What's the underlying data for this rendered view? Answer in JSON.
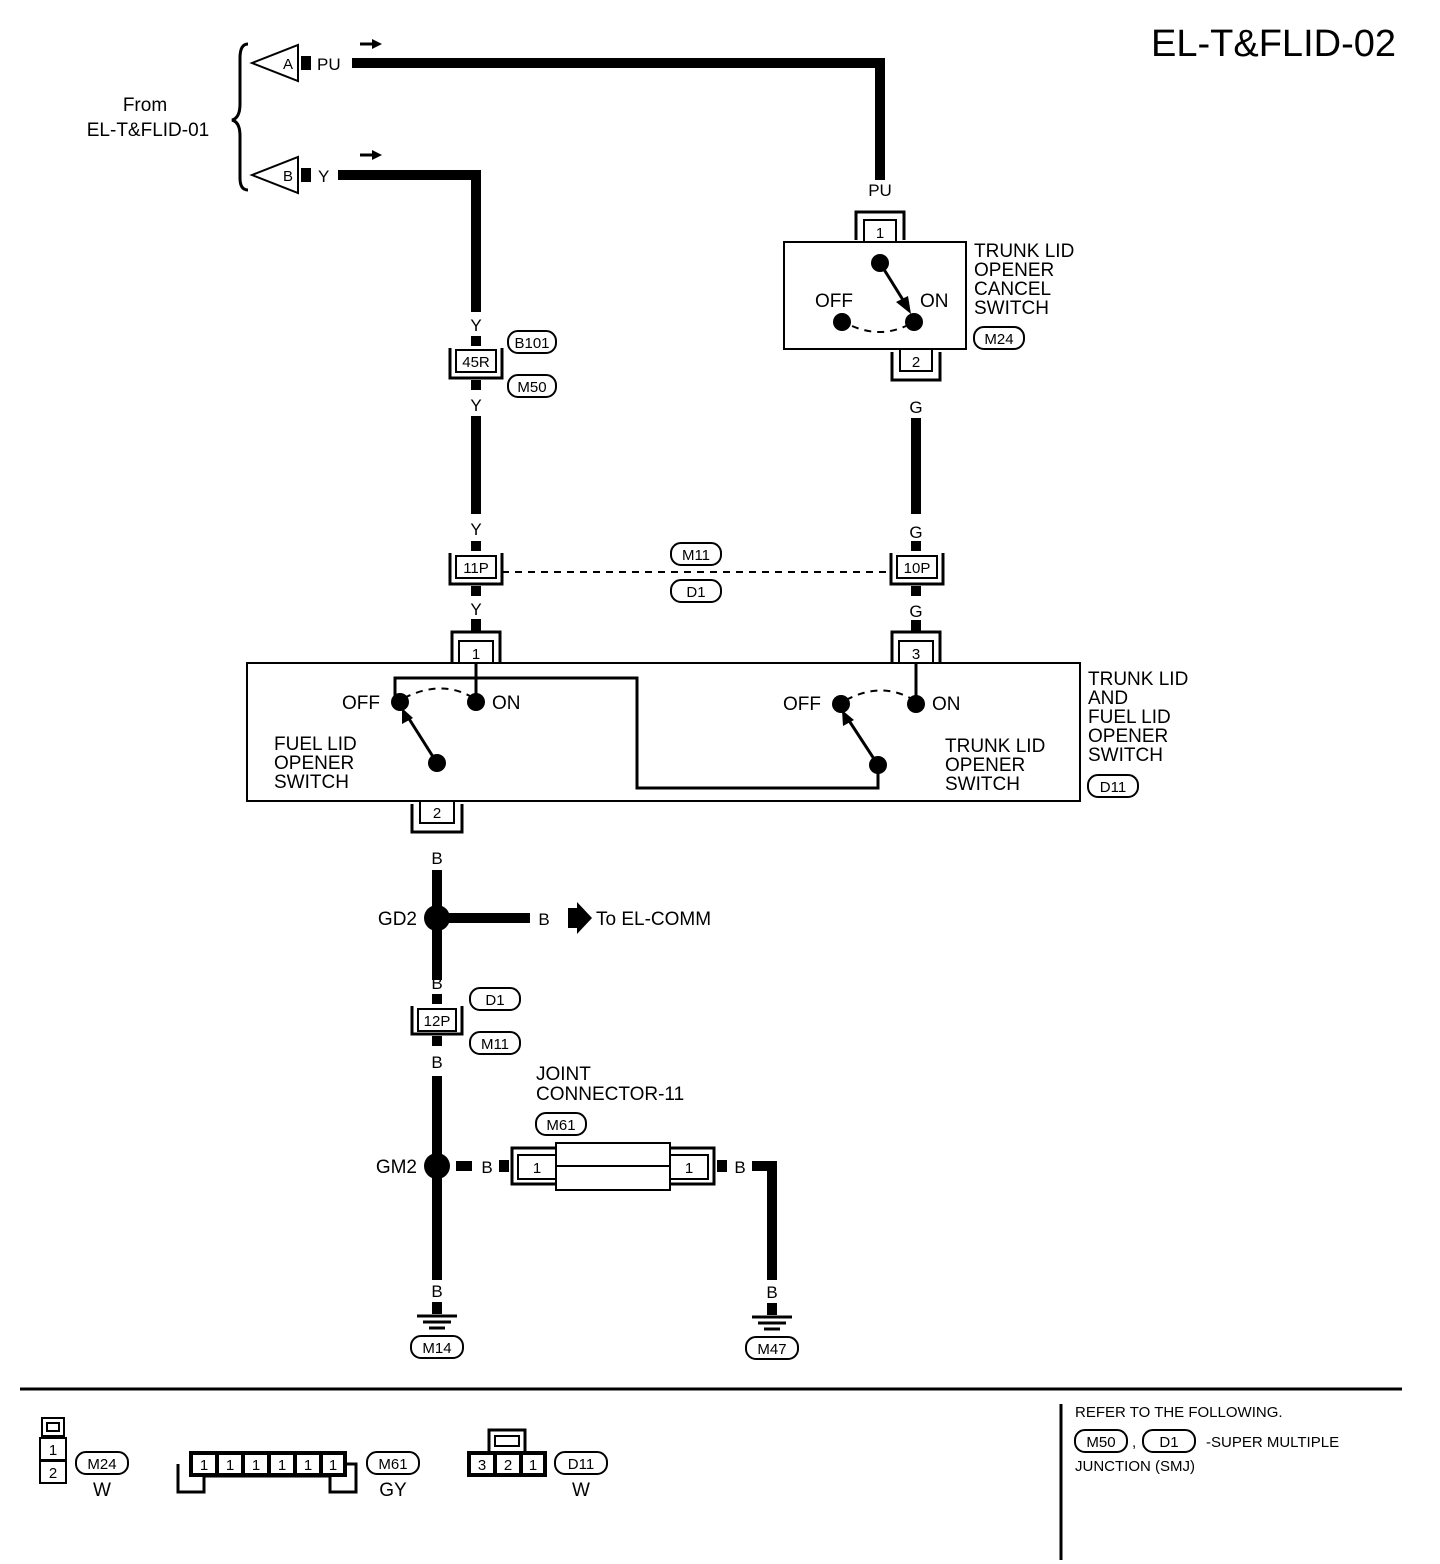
{
  "title": "EL-T&FLID-02",
  "from": {
    "line1": "From",
    "line2": "EL-T&FLID-01"
  },
  "inputs": [
    {
      "letter": "A",
      "color": "PU"
    },
    {
      "letter": "B",
      "color": "Y"
    }
  ],
  "wire_colors": {
    "pu": "PU",
    "y": "Y",
    "g": "G",
    "b": "B"
  },
  "cancel_switch": {
    "name_lines": [
      "TRUNK LID",
      "OPENER",
      "CANCEL",
      "SWITCH"
    ],
    "code": "M24",
    "off": "OFF",
    "on": "ON",
    "pin_top": "1",
    "pin_bottom": "2"
  },
  "connectors": {
    "c45r": {
      "label": "45R",
      "code1": "B101",
      "code2": "M50"
    },
    "c11p": {
      "label": "11P"
    },
    "c10p": {
      "label": "10P"
    },
    "pair_codes": {
      "top": "M11",
      "bottom": "D1"
    },
    "c12p": {
      "label": "12P",
      "code1": "D1",
      "code2": "M11"
    }
  },
  "main_switch": {
    "name_lines": [
      "TRUNK LID",
      "AND",
      "FUEL LID",
      "OPENER",
      "SWITCH"
    ],
    "code": "D11",
    "pin1": "1",
    "pin3": "3",
    "pin2": "2",
    "fuel": {
      "lines": [
        "FUEL LID",
        "OPENER",
        "SWITCH"
      ],
      "off": "OFF",
      "on": "ON"
    },
    "trunk": {
      "lines": [
        "TRUNK LID",
        "OPENER",
        "SWITCH"
      ],
      "off": "OFF",
      "on": "ON"
    }
  },
  "gd2": {
    "label": "GD2",
    "to": "To EL-COMM"
  },
  "gm2": {
    "label": "GM2"
  },
  "joint": {
    "lines": [
      "JOINT",
      "CONNECTOR-11"
    ],
    "code": "M61",
    "pin_left": "1",
    "pin_right": "1"
  },
  "grounds": {
    "g1": "M14",
    "g2": "M47"
  },
  "legend": {
    "m24": {
      "pins": [
        "1",
        "2"
      ],
      "code": "M24",
      "color": "W"
    },
    "m61": {
      "pins": [
        "1",
        "1",
        "1",
        "1",
        "1",
        "1"
      ],
      "code": "M61",
      "color": "GY"
    },
    "d11": {
      "pins": [
        "3",
        "2",
        "1"
      ],
      "code": "D11",
      "color": "W"
    }
  },
  "refer": {
    "line1": "REFER TO THE FOLLOWING.",
    "code1": "M50",
    "sep": ",",
    "code2": "D1",
    "line2_rest": "-SUPER MULTIPLE",
    "line3": "JUNCTION (SMJ)"
  }
}
